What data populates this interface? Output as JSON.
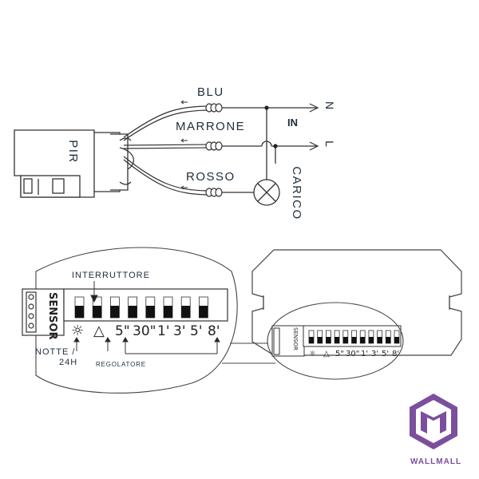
{
  "wiring": {
    "device_label": "PIR",
    "wire_blue": "BLU",
    "wire_brown": "MARRONE",
    "wire_red": "ROSSO",
    "input_label": "IN",
    "neutral_label": "N",
    "line_label": "L",
    "load_label": "CARICO"
  },
  "switch_panel": {
    "switch_label": "INTERRUTTORE",
    "sensor_label": "SENSOR",
    "night_label": "NOTTE /",
    "night_label_2": "24H",
    "regulator_label": "REGOLATORE",
    "time_settings": [
      "5\"",
      "30\"",
      "1'",
      "3'",
      "5'",
      "8'"
    ]
  },
  "brand": {
    "name": "WALLMALL",
    "color": "#7b4f9d"
  }
}
